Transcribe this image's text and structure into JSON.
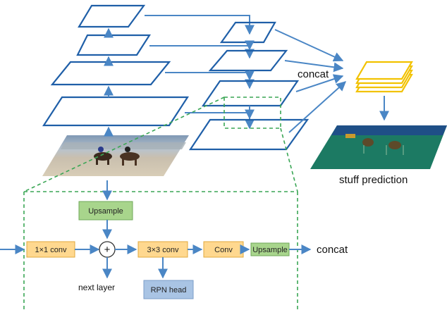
{
  "labels": {
    "concat_top": "concat",
    "stuff_prediction": "stuff prediction",
    "concat_right": "concat",
    "next_layer": "next layer"
  },
  "blocks": {
    "upsample_top": "Upsample",
    "conv_1x1": "1×1 conv",
    "plus": "+",
    "conv_3x3": "3×3 conv",
    "conv": "Conv",
    "upsample_small": "Upsample",
    "rpn_head": "RPN head"
  },
  "colors": {
    "arrow": "#4a86c5",
    "frame": "#1f5fa8",
    "dashed": "#3aa655",
    "yellow_box": "#ffd88f",
    "yellow_border": "#e2a93c",
    "green_box": "#a8d58c",
    "blue_box": "#a9c4e4",
    "stack": "#f2c200"
  },
  "icons": {
    "image_thumbnail": "beach-horse-riders-photo",
    "segmentation_output": "stuff-segmentation-map-icon"
  }
}
